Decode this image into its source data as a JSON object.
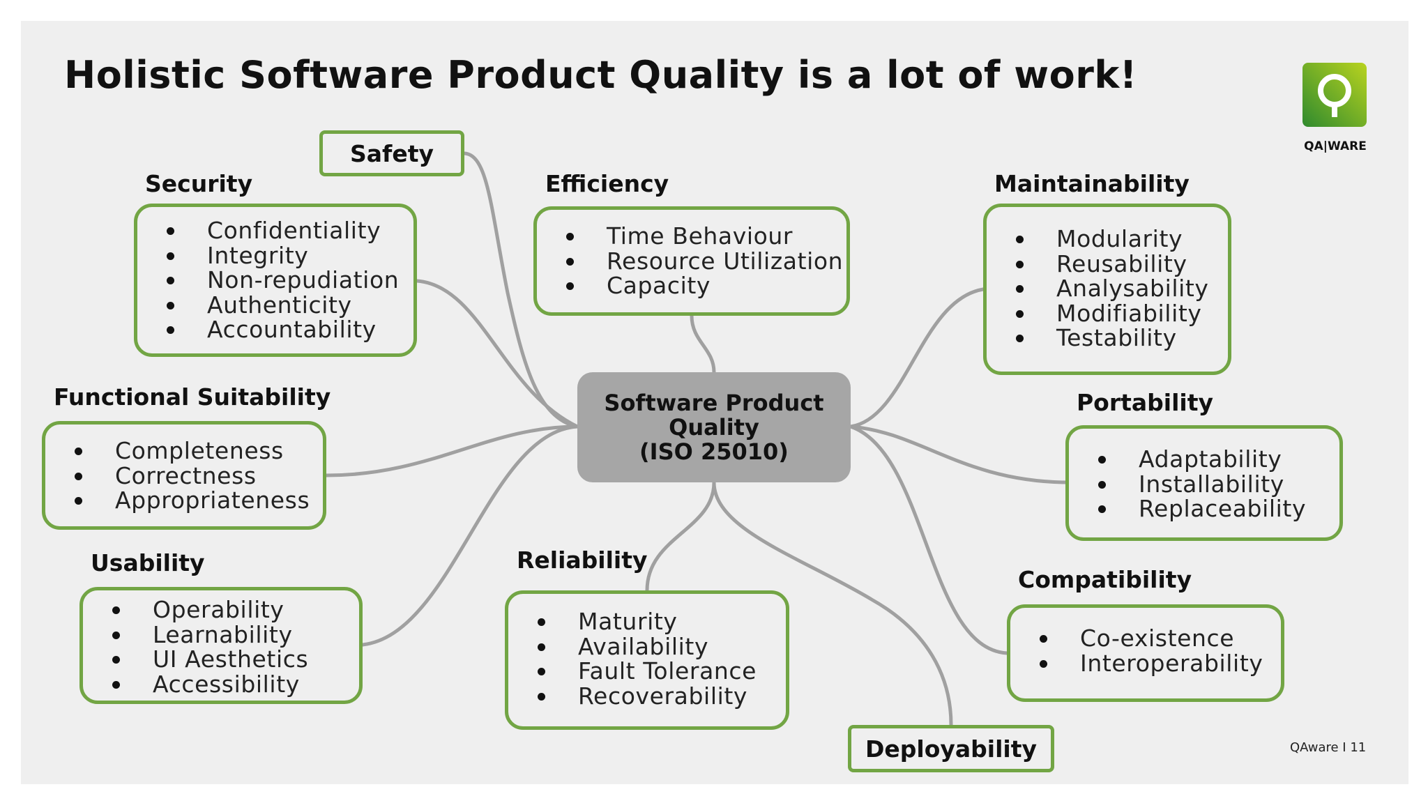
{
  "title": "Holistic Software Product Quality is a lot of work!",
  "logo": {
    "icon": "qaware-logo-icon",
    "text": "QA|WARE",
    "color_start": "#2f8a2e",
    "color_end": "#b9d31f"
  },
  "center": {
    "label": "Software Product\nQuality\n(ISO 25010)"
  },
  "accent": "#72a544",
  "connector_color": "#a0a0a0",
  "categories": {
    "safety": {
      "label": "Safety"
    },
    "security": {
      "label": "Security",
      "items": [
        "Confidentiality",
        "Integrity",
        "Non-repudiation",
        "Authenticity",
        "Accountability"
      ]
    },
    "efficiency": {
      "label": "Efficiency",
      "items": [
        "Time Behaviour",
        "Resource Utilization",
        "Capacity"
      ]
    },
    "maintainability": {
      "label": "Maintainability",
      "items": [
        "Modularity",
        "Reusability",
        "Analysability",
        "Modifiability",
        "Testability"
      ]
    },
    "functional_suitability": {
      "label": "Functional Suitability",
      "items": [
        "Completeness",
        "Correctness",
        "Appropriateness"
      ]
    },
    "portability": {
      "label": "Portability",
      "items": [
        "Adaptability",
        "Installability",
        "Replaceability"
      ]
    },
    "usability": {
      "label": "Usability",
      "items": [
        "Operability",
        "Learnability",
        "UI Aesthetics",
        "Accessibility"
      ]
    },
    "reliability": {
      "label": "Reliability",
      "items": [
        "Maturity",
        "Availability",
        "Fault Tolerance",
        "Recoverability"
      ]
    },
    "compatibility": {
      "label": "Compatibility",
      "items": [
        "Co-existence",
        "Interoperability"
      ]
    },
    "deployability": {
      "label": "Deployability"
    }
  },
  "footer": {
    "page": "QAware I 11"
  }
}
